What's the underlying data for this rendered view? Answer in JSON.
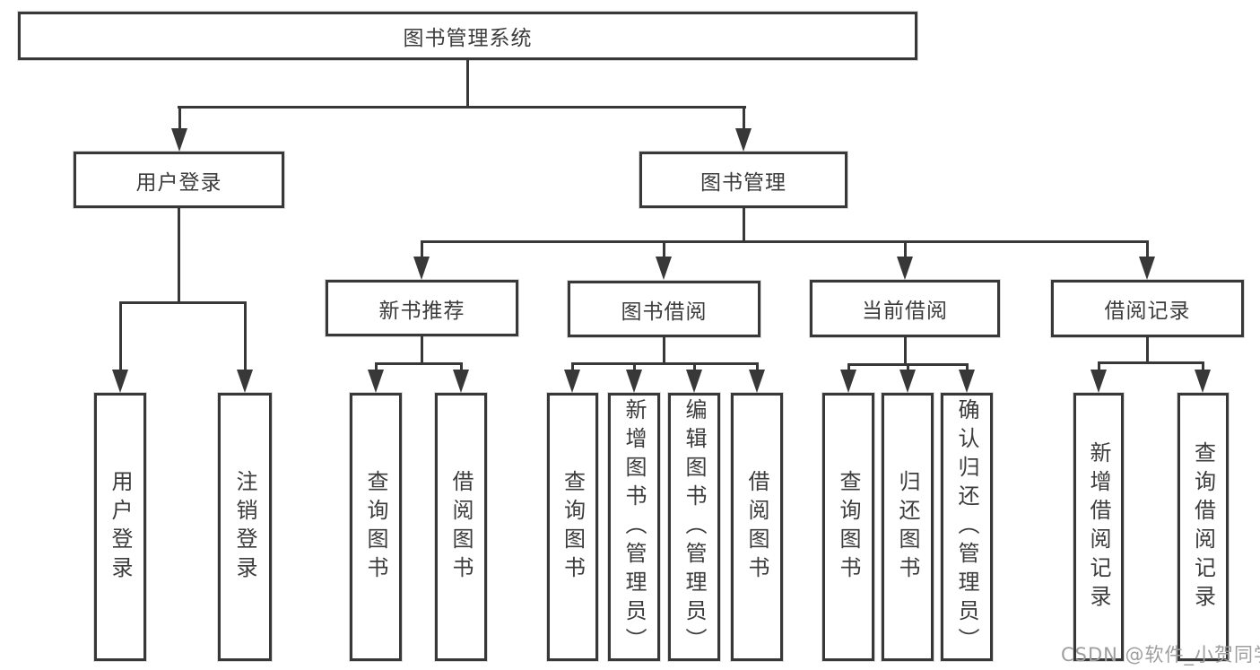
{
  "root": {
    "label": "图书管理系统"
  },
  "user_login": {
    "label": "用户登录",
    "children": {
      "login": "用户登录",
      "logout": "注销登录"
    }
  },
  "book_mgmt": {
    "label": "图书管理"
  },
  "new_book": {
    "label": "新书推荐",
    "children": {
      "query": "查询图书",
      "borrow": "借阅图书"
    }
  },
  "book_borrow": {
    "label": "图书借阅",
    "children": {
      "query": "查询图书",
      "add": "新增图书（管理员）",
      "edit": "编辑图书（管理员）",
      "borrow": "借阅图书"
    }
  },
  "current_borrow": {
    "label": "当前借阅",
    "children": {
      "query": "查询图书",
      "return": "归还图书",
      "confirm": "确认归还（管理员）"
    }
  },
  "borrow_record": {
    "label": "借阅记录",
    "children": {
      "add": "新增借阅记录",
      "query": "查询借阅记录"
    }
  },
  "watermark": "CSDN @软件_小贺同学"
}
